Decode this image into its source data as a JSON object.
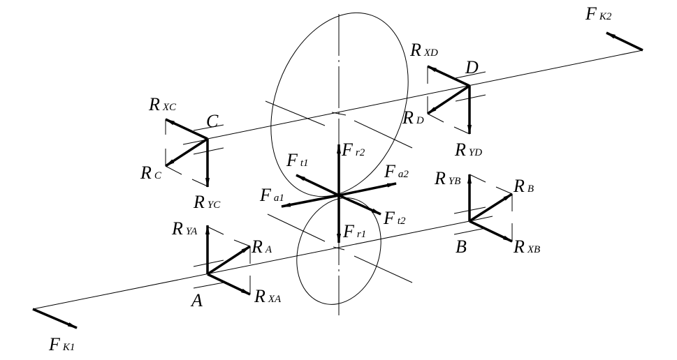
{
  "diagram": {
    "points": {
      "A": "A",
      "B": "B",
      "C": "C",
      "D": "D"
    },
    "labels": {
      "RXC": {
        "main": "R",
        "sub": "XC"
      },
      "RC": {
        "main": "R",
        "sub": "C"
      },
      "RYC": {
        "main": "R",
        "sub": "YC"
      },
      "RYA": {
        "main": "R",
        "sub": "YA"
      },
      "RA": {
        "main": "R",
        "sub": "A"
      },
      "RXA": {
        "main": "R",
        "sub": "XA"
      },
      "RXD": {
        "main": "R",
        "sub": "XD"
      },
      "RD": {
        "main": "R",
        "sub": "D"
      },
      "RYD": {
        "main": "R",
        "sub": "YD"
      },
      "RYB": {
        "main": "R",
        "sub": "YB"
      },
      "RB": {
        "main": "R",
        "sub": "B"
      },
      "RXB": {
        "main": "R",
        "sub": "XB"
      },
      "Ft1": {
        "main": "F",
        "sub": "t1"
      },
      "Fr2": {
        "main": "F",
        "sub": "r2"
      },
      "Fa2": {
        "main": "F",
        "sub": "a2"
      },
      "Fa1": {
        "main": "F",
        "sub": "a1"
      },
      "Ft2": {
        "main": "F",
        "sub": "t2"
      },
      "Fr1": {
        "main": "F",
        "sub": "r1"
      },
      "FK1": {
        "main": "F",
        "sub": "K1"
      },
      "FK2": {
        "main": "F",
        "sub": "K2"
      }
    }
  }
}
